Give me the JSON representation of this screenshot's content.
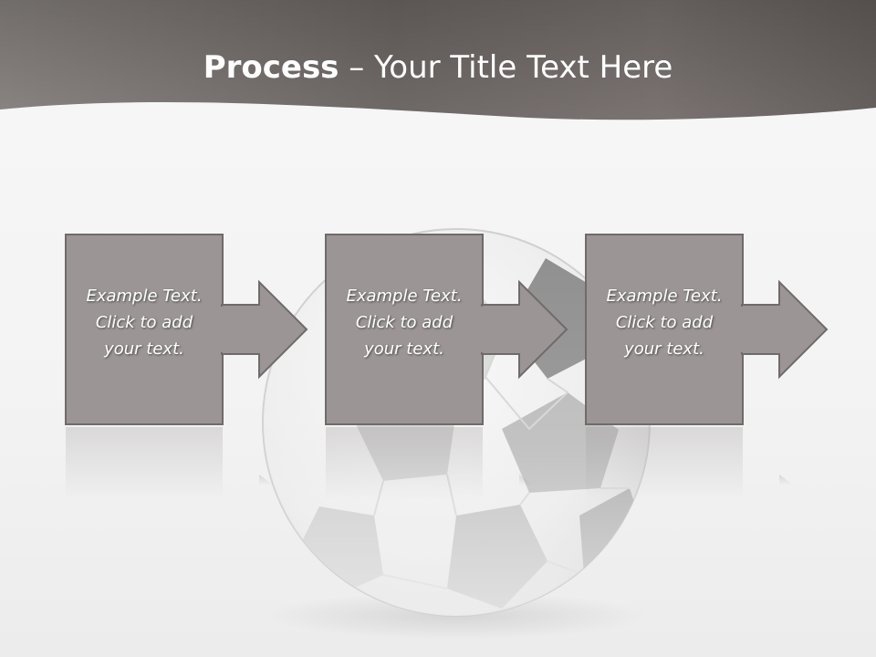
{
  "title": {
    "bold": "Process",
    "rest": " – Your Title Text Here"
  },
  "steps": [
    {
      "lines": [
        "Example Text.",
        "Click  to add",
        "your text."
      ]
    },
    {
      "lines": [
        "Example Text.",
        "Click  to add",
        "your text."
      ]
    },
    {
      "lines": [
        "Example Text.",
        "Click  to add",
        "your text."
      ]
    }
  ],
  "colors": {
    "header": "#6e6866",
    "box_fill": "#9b9695",
    "box_border": "#6f6b6a",
    "text": "#ffffff",
    "background": "#f4f4f4"
  },
  "icons": [
    "soccer-ball-image",
    "arrow-right-icon"
  ]
}
